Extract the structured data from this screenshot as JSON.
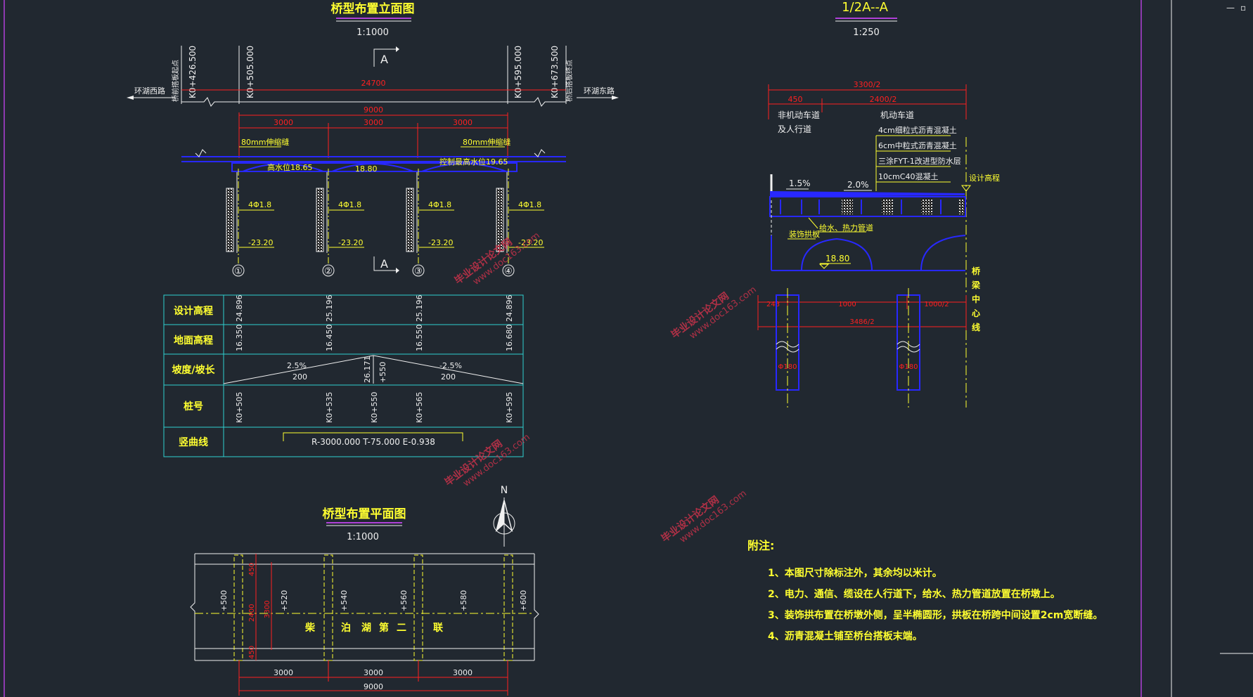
{
  "colors": {
    "bg": "#212830",
    "red": "#ff2020",
    "yellow": "#ffff30",
    "blue": "#2828ff",
    "white": "#f0f0f0",
    "cyan": "#30d0d0",
    "magenta": "#b040d8",
    "watermark": "#c8324a"
  },
  "window": {
    "minimize": "—",
    "restore": "▫"
  },
  "elevation": {
    "title": "桥型布置立面图",
    "scale": "1:1000",
    "section_mark": "A",
    "stations": [
      "K0+426.500",
      "K0+505.000",
      "K0+595.000",
      "K0+673.500"
    ],
    "left_start_label": "桥前搭板起点",
    "right_end_label": "桥后搭板终点",
    "west_road": "环湖西路",
    "east_road": "环湖东路",
    "total_length": "24700",
    "bridge_length": "9000",
    "span": "3000",
    "joint_left": "80mm伸缩缝",
    "joint_right": "80mm伸缩缝",
    "high_water": "高水位18.65",
    "level_mid": "18.80",
    "nav_water": "控制最高水位19.65",
    "pile": "4Φ1.8",
    "pile_tip": "-23.20",
    "piers": [
      "①",
      "②",
      "③",
      "④"
    ]
  },
  "profile_table": {
    "rows": [
      "设计高程",
      "地面高程",
      "坡度/坡长",
      "桩号",
      "竖曲线"
    ],
    "design_elev": [
      "24.896",
      "25.196",
      "25.196",
      "24.896"
    ],
    "ground_elev": [
      "16.350",
      "16.450",
      "16.550",
      "16.680"
    ],
    "grade_left": "2.5%",
    "length_left": "200",
    "grade_right": "-2.5%",
    "length_right": "200",
    "vp_elev": "26.171",
    "vp_sta": "+550",
    "stakes": [
      "K0+505",
      "K0+535",
      "K0+550",
      "K0+565",
      "K0+595"
    ],
    "curve": "R-3000.000   T-75.000   E-0.938"
  },
  "plan": {
    "title": "桥型布置平面图",
    "scale": "1:1000",
    "north": "N",
    "stakes": [
      "+500",
      "+520",
      "+540",
      "+560",
      "+580",
      "+600"
    ],
    "widths": [
      "450",
      "2400",
      "3300",
      "450"
    ],
    "name_chars": [
      "柴",
      "泊",
      "湖",
      "第",
      "二",
      "联"
    ],
    "span": "3000",
    "total": "9000"
  },
  "section": {
    "title": "1/2A--A",
    "scale": "1:250",
    "half_width": "3300/2",
    "sidewalk_w": "450",
    "road_w": "2400/2",
    "sidewalk_label_1": "非机动车道",
    "sidewalk_label_2": "及人行道",
    "road_label": "机动车道",
    "layers": [
      "4cm细粒式沥青混凝土",
      "6cm中粒式沥青混凝土",
      "三涂FYT-1改进型防水层",
      "10cmC40混凝土"
    ],
    "design_elev": "设计高程",
    "slope_left": "1.5%",
    "slope_right": "2.0%",
    "pipes": "给水、热力管道",
    "decor_arch": "装饰拱板",
    "water_level": "18.80",
    "dim_243": "243",
    "dim_1000": "1000",
    "dim_half": "1000/2",
    "dim_total": "3486/2",
    "pile_dia": "Φ180",
    "center_line": [
      "桥",
      "梁",
      "中",
      "心",
      "线"
    ]
  },
  "notes": {
    "title": "附注:",
    "items": [
      "1、本图尺寸除标注外，其余均以米计。",
      "2、电力、通信、缆设在人行道下，给水、热力管道放置在桥墩上。",
      "3、装饰拱布置在桥墩外侧，呈半椭圆形，拱板在桥跨中间设置2cm宽断缝。",
      "4、沥青混凝土铺至桥台搭板末端。"
    ]
  },
  "watermarks": [
    {
      "brand": "毕业设计论文网",
      "url": "www.doc163.com"
    },
    {
      "brand": "毕业设计论文网",
      "url": "www.doc163.com"
    },
    {
      "brand": "毕业设计论文网",
      "url": "www.doc163.com"
    },
    {
      "brand": "毕业设计论文网",
      "url": "www.doc163.com"
    }
  ]
}
